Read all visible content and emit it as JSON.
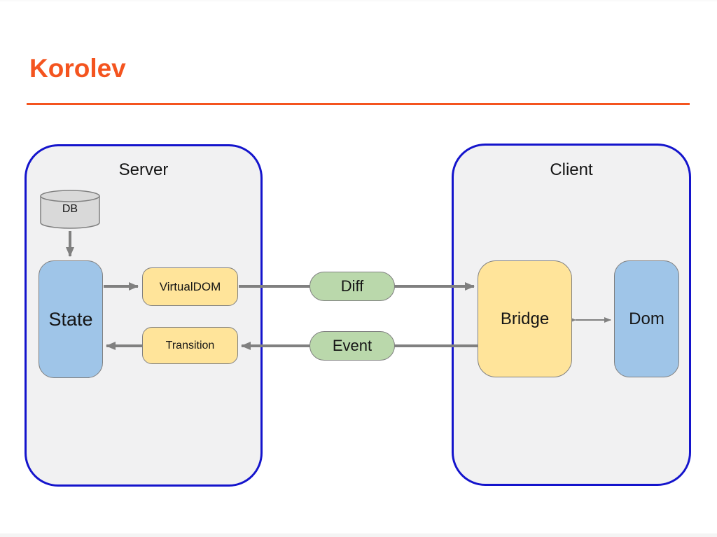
{
  "page": {
    "title": "Korolev"
  },
  "colors": {
    "background": "#FFFFFF",
    "accent_orange": "#F4541F",
    "container_border_blue": "#1414CC",
    "container_fill": "#F1F1F2",
    "blue_node_fill": "#9FC5E8",
    "yellow_node_fill": "#FFE49A",
    "green_pill_fill": "#BAD8AB",
    "db_fill": "#D9D9D9",
    "node_border": "#808080",
    "arrow": "#808080",
    "text": "#111111"
  },
  "diagram": {
    "server": {
      "label": "Server",
      "db": "DB",
      "state": "State",
      "virtualdom": "VirtualDOM",
      "transition": "Transition"
    },
    "channels": {
      "diff": "Diff",
      "event": "Event"
    },
    "client": {
      "label": "Client",
      "bridge": "Bridge",
      "dom": "Dom"
    }
  }
}
